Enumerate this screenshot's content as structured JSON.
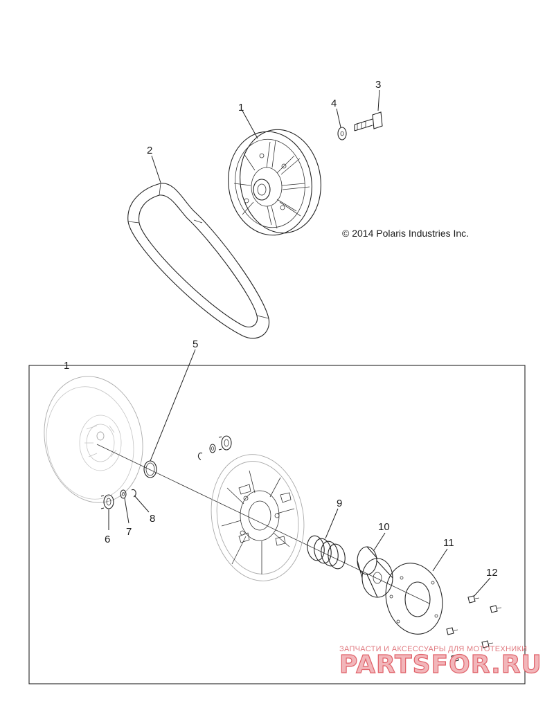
{
  "copyright": "© 2014 Polaris Industries Inc.",
  "callouts": {
    "driven_clutch_top": "1",
    "drive_belt": "2",
    "bolt": "3",
    "washer": "4",
    "driven_clutch_box": "1",
    "o_ring": "5",
    "bearing": "6",
    "washer_small": "7",
    "clip": "8",
    "spring": "9",
    "cam_helix": "10",
    "cover_plate": "11",
    "screw": "12"
  },
  "watermark": {
    "tagline": "ЗАПЧАСТИ И АКСЕССУАРЫ ДЛЯ МОТОТЕХНИКИ",
    "brand": "PARTSFOR.RU"
  }
}
